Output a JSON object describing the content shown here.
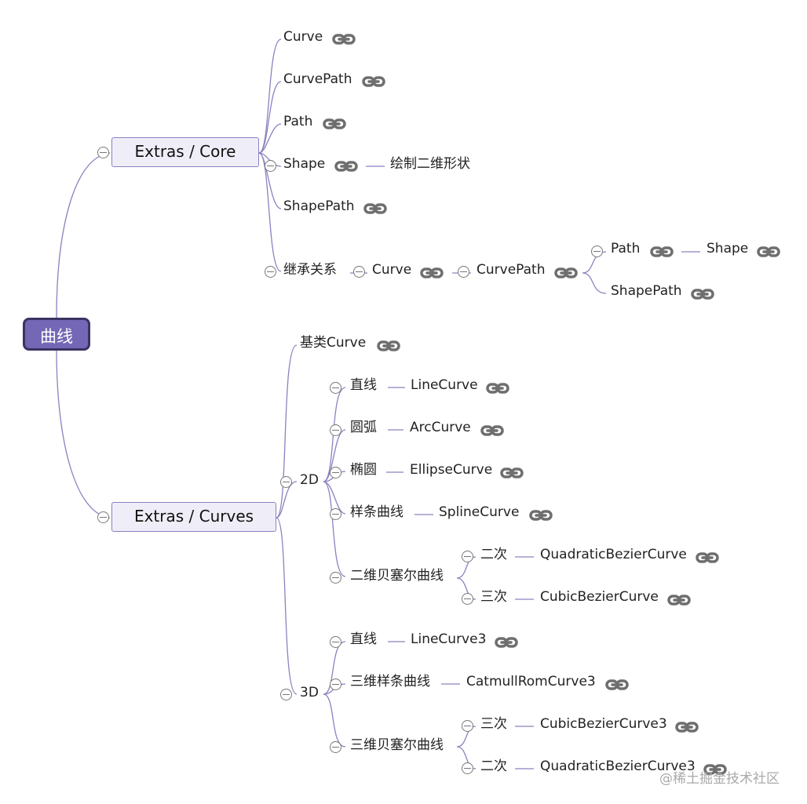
{
  "root": "曲线",
  "core": {
    "title": "Extras / Core",
    "items": [
      "Curve",
      "CurvePath",
      "Path",
      "Shape",
      "ShapePath"
    ],
    "shape_note": "绘制二维形状",
    "inherit": {
      "label": "继承关系",
      "curve": "Curve",
      "curvepath": "CurvePath",
      "path": "Path",
      "shape": "Shape",
      "shapepath": "ShapePath"
    }
  },
  "curves": {
    "title": "Extras / Curves",
    "base": "基类Curve",
    "d2": {
      "label": "2D",
      "line": {
        "cn": "直线",
        "en": "LineCurve"
      },
      "arc": {
        "cn": "圆弧",
        "en": "ArcCurve"
      },
      "ellipse": {
        "cn": "椭圆",
        "en": "EllipseCurve"
      },
      "spline": {
        "cn": "样条曲线",
        "en": "SplineCurve"
      },
      "bezier": {
        "cn": "二维贝塞尔曲线",
        "quad": {
          "cn": "二次",
          "en": "QuadraticBezierCurve"
        },
        "cubic": {
          "cn": "三次",
          "en": "CubicBezierCurve"
        }
      }
    },
    "d3": {
      "label": "3D",
      "line": {
        "cn": "直线",
        "en": "LineCurve3"
      },
      "spline": {
        "cn": "三维样条曲线",
        "en": "CatmullRomCurve3"
      },
      "bezier": {
        "cn": "三维贝塞尔曲线",
        "cubic": {
          "cn": "三次",
          "en": "CubicBezierCurve3"
        },
        "quad": {
          "cn": "二次",
          "en": "QuadraticBezierCurve3"
        }
      }
    }
  },
  "watermark": "@稀土掘金技术社区",
  "colors": {
    "root_fill": "#7467b5",
    "root_border": "#3b3363",
    "branch_line": "#8a82c0",
    "topic_fill": "#efeef8",
    "link_icon": "#6e6e6e"
  },
  "icons": {
    "link": "link-icon",
    "collapse": "collapse-toggle-icon"
  }
}
